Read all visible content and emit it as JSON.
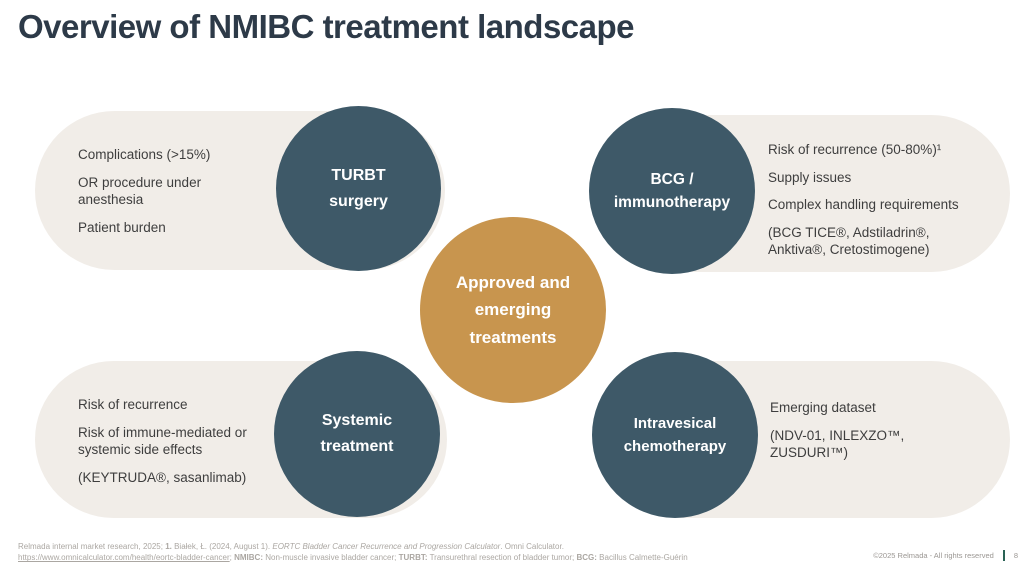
{
  "slide": {
    "title": "Overview of NMIBC treatment landscape",
    "copyright": "©2025 Relmada - All rights reserved",
    "page_number": "8"
  },
  "colors": {
    "circle_slate": "#3e5968",
    "circle_gold": "#c8954e",
    "pill_background": "#f1ede8",
    "title_text": "#2d3a48",
    "body_text": "#3e3e3e",
    "footnote_gray": "#aba7a2",
    "divider_green": "#2a6355"
  },
  "center_circle": {
    "label_lines": [
      "Approved and",
      "emerging",
      "treatments"
    ]
  },
  "quadrants": [
    {
      "id": "turbt-surgery",
      "circle_label_lines": [
        "TURBT",
        "surgery"
      ],
      "bullets": [
        "Complications (>15%)",
        "OR procedure under anesthesia",
        "Patient burden"
      ]
    },
    {
      "id": "bcg-immunotherapy",
      "circle_label_lines": [
        "BCG /",
        "immunotherapy"
      ],
      "bullets": [
        "Risk of recurrence (50-80%)¹",
        "Supply issues",
        "Complex handling requirements",
        "(BCG TICE®, Adstiladrin®, Anktiva®, Cretostimogene)"
      ]
    },
    {
      "id": "systemic-treatment",
      "circle_label_lines": [
        "Systemic",
        "treatment"
      ],
      "bullets": [
        "Risk of recurrence",
        "Risk of immune-mediated or systemic side effects",
        "(KEYTRUDA®, sasanlimab)"
      ]
    },
    {
      "id": "intravesical-chemotherapy",
      "circle_label_lines": [
        "Intravesical",
        "chemotherapy"
      ],
      "bullets": [
        "Emerging dataset",
        "(NDV-01, INLEXZO™, ZUSDURI™)"
      ]
    }
  ],
  "footer": {
    "line1": [
      {
        "t": "Relmada internal market research, 2025; "
      },
      {
        "t": "1.",
        "b": true
      },
      {
        "t": " Białek, Ł. (2024, August 1). "
      },
      {
        "t": "EORTC Bladder Cancer Recurrence and Progression Calculator",
        "i": true
      },
      {
        "t": ". Omni Calculator."
      }
    ],
    "line2": [
      {
        "t": "https://www.omnicalculator.com/health/eortc-bladder-cancer",
        "u": true,
        "name": "source-link",
        "interactable": true
      },
      {
        "t": "; "
      },
      {
        "t": "NMIBC:",
        "b": true
      },
      {
        "t": " Non-muscle invasive bladder cancer; "
      },
      {
        "t": "TURBT:",
        "b": true
      },
      {
        "t": " Transurethral resection of bladder tumor; "
      },
      {
        "t": "BCG:",
        "b": true
      },
      {
        "t": " Bacillus Calmette-Guérin"
      }
    ]
  }
}
